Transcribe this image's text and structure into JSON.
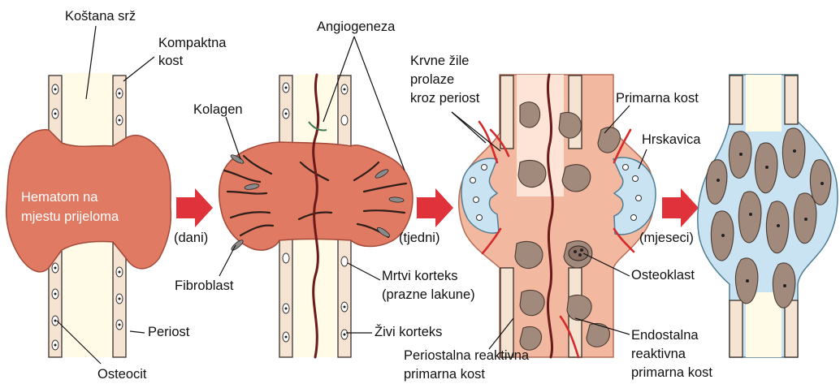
{
  "labels": {
    "kostana_srz": "Koštana srž",
    "kompaktna_kost_1": "Kompaktna",
    "kompaktna_kost_2": "kost",
    "hematom_1": "Hematom na",
    "hematom_2": "mjestu prijeloma",
    "periost": "Periost",
    "osteocit": "Osteocit",
    "angiogeneza": "Angiogeneza",
    "kolagen": "Kolagen",
    "fibroblast": "Fibroblast",
    "mrtvi_korteks_1": "Mrtvi korteks",
    "mrtvi_korteks_2": "(prazne lakune)",
    "zivi_korteks": "Živi korteks",
    "krvne_zile_1": "Krvne žile",
    "krvne_zile_2": "prolaze",
    "krvne_zile_3": "kroz periost",
    "primarna_kost": "Primarna kost",
    "hrskavica": "Hrskavica",
    "osteoklast": "Osteoklast",
    "periostalna_1": "Periostalna reaktivna",
    "periostalna_2": "primarna kost",
    "endostalna_1": "Endostalna",
    "endostalna_2": "reaktivna",
    "endostalna_3": "primarna kost"
  },
  "arrows": [
    {
      "label": "(dani)"
    },
    {
      "label": "(tjedni)"
    },
    {
      "label": "(mjeseci)"
    }
  ],
  "colors": {
    "hematoma": "#e07a62",
    "soft_callus": "#f3b8a0",
    "cartilage": "#c9e3f2",
    "arrow": "#e0323a",
    "marrow": "#fffbe6"
  }
}
